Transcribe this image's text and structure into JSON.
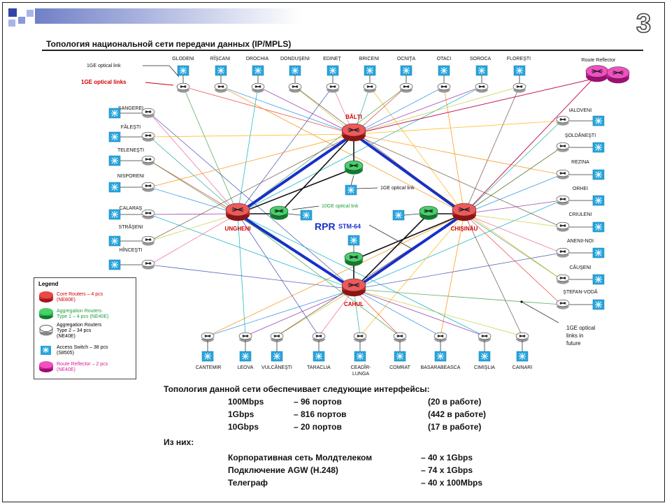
{
  "title": "Топология национальной сети передачи данных (IP/MPLS)",
  "page_number": "3",
  "colors": {
    "core": "#d62828",
    "agg1": "#22b34a",
    "reflector": "#d81b9a",
    "backbone": "#1830c8",
    "label_red": "#d00000",
    "label_green": "#1e9e3a",
    "switch": "#27a5dd"
  },
  "icons": {
    "router": "router-icon",
    "switch": "access-switch-icon"
  },
  "labels": {
    "opt1": "1GE optical link",
    "opt_links": "1GE optical links",
    "opt_center": "1GE optical link",
    "ten_ge": "10GE optical link",
    "rpr": "RPR",
    "stm": "STM-64",
    "future_1": "1GE optical",
    "future_2": "links in",
    "future_3": "future",
    "route_reflector": "Route Reflector"
  },
  "core_routers": [
    {
      "name": "BĂLŢI"
    },
    {
      "name": "UNGHENI"
    },
    {
      "name": "CHIŞINĂU"
    },
    {
      "name": "CAHUL"
    }
  ],
  "top_sites": [
    "GLODENI",
    "RÎŞCANI",
    "DROCHIA",
    "DONDUŞENI",
    "EDINEŢ",
    "BRICENI",
    "OCNIŢA",
    "OTACI",
    "SOROCA",
    "FLOREŞTI"
  ],
  "left_sites": [
    "SANGEREI",
    "FĂLEŞTI",
    "TELENEŞTI",
    "NISPORENI",
    "CALARAŞ",
    "STRĂŞENI",
    "HÎNCEŞTI"
  ],
  "right_sites": [
    "IALOVENI",
    "ŞOLDĂNEŞTI",
    "REZINA",
    "ORHEI",
    "CRIULENI",
    "ANENII-NOI",
    "CĂUŞENI",
    "ŞTEFAN-VODĂ"
  ],
  "bottom_sites": [
    "CANTEMIR",
    "LEOVA",
    "VULCĂNEŞTI",
    "TARACLIA",
    "CEADÎR-",
    "LUNGA",
    "COMRAT",
    "BASARABEASCA",
    "CIMIŞLIA",
    "CAINARI"
  ],
  "legend": {
    "title": "Legend",
    "core_1": "Core Routers – 4 pcs",
    "core_2": "(NE80E)",
    "agg1_1": "Aggregation Routers",
    "agg1_2": "Type 1 – 4 pcs (NE40E)",
    "agg2_1": "Aggregation Routers",
    "agg2_2": "Type 2 – 34 pcs",
    "agg2_3": "(NE40E)",
    "sw_1": "Access Switch – 38 pcs",
    "sw_2": "(S8505)",
    "rr_1": "Route Reflector – 2 pcs",
    "rr_2": "(NE40E)"
  },
  "summary": {
    "heading": "Топология данной сети обеспечивает следующие интерфейсы:",
    "rows": [
      {
        "speed": "100Mbps",
        "ports": "– 96 портов",
        "status": "(20 в работе)"
      },
      {
        "speed": "1Gbps",
        "ports": "– 816 портов",
        "status": "(442 в работе)"
      },
      {
        "speed": "10Gbps",
        "ports": "– 20 портов",
        "status": "(17 в работе)"
      }
    ],
    "of_which": "Из них:",
    "details": [
      {
        "name": "Корпоративная сеть Молдтелеком",
        "value": "– 40 x 1Gbps"
      },
      {
        "name": "Подключение AGW (H.248)",
        "value": "– 74 x 1Gbps"
      },
      {
        "name": "Телеграф",
        "value": "– 40 x 100Mbps"
      }
    ]
  }
}
